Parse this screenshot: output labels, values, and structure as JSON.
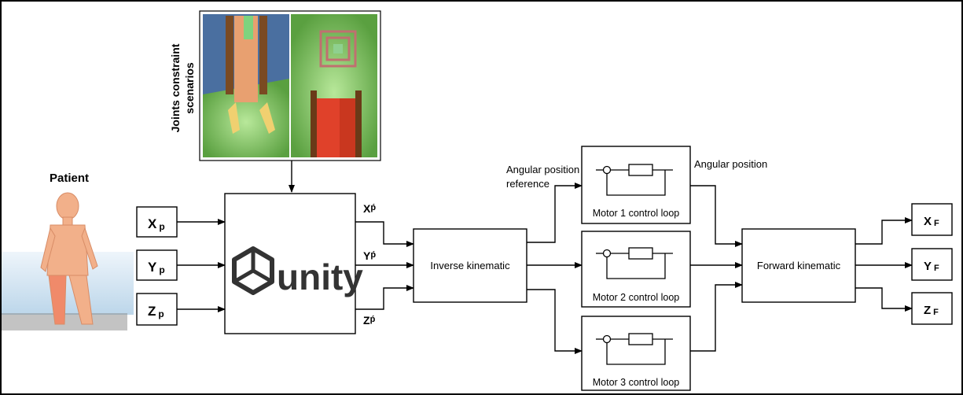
{
  "patient": {
    "label": "Patient"
  },
  "scenarios": {
    "label_line1": "Joints constraint",
    "label_line2": "scenarios"
  },
  "inputs": [
    {
      "main": "X",
      "sub": "p"
    },
    {
      "main": "Y",
      "sub": "p"
    },
    {
      "main": "Z",
      "sub": "p"
    }
  ],
  "unity": {
    "logo_text": "unity"
  },
  "unity_outputs": [
    {
      "main": "X",
      "sub": "ṕ"
    },
    {
      "main": "Y",
      "sub": "ṕ"
    },
    {
      "main": "Z",
      "sub": "ṕ"
    }
  ],
  "inverse_kinematic": {
    "label": "Inverse kinematic"
  },
  "motors": [
    {
      "label": "Motor 1 control loop"
    },
    {
      "label": "Motor 2 control loop"
    },
    {
      "label": "Motor 3 control loop"
    }
  ],
  "annotations": {
    "reference_line1": "Angular position",
    "reference_line2": "reference",
    "angular_position": "Angular position"
  },
  "forward_kinematic": {
    "label": "Forward kinematic"
  },
  "outputs": [
    {
      "main": "X",
      "sub": "F"
    },
    {
      "main": "Y",
      "sub": "F"
    },
    {
      "main": "Z",
      "sub": "F"
    }
  ],
  "colors": {
    "line": "#000000",
    "floor": "#cfe3f2",
    "skin": "#f2b08a",
    "grass": "#8fd06a"
  }
}
